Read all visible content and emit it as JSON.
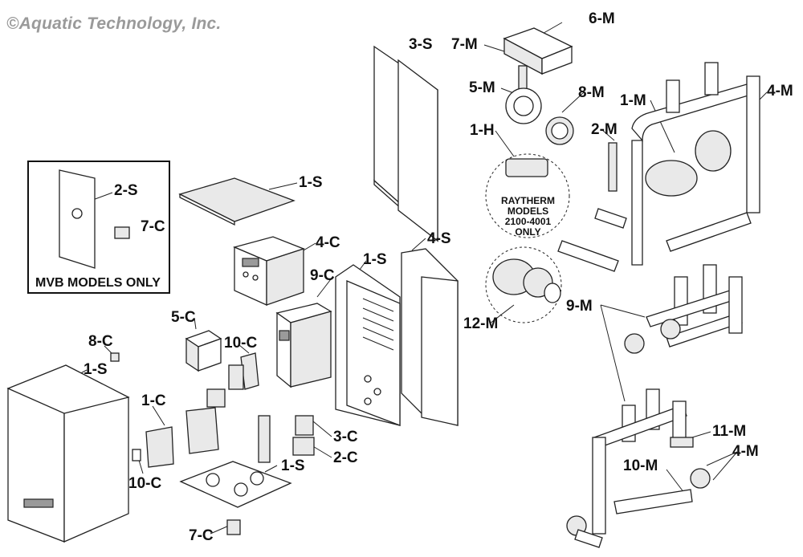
{
  "copyright": "©Aquatic Technology, Inc.",
  "inset": {
    "caption": "MVB MODELS ONLY"
  },
  "note": {
    "line1": "RAYTHERM",
    "line2": "MODELS",
    "line3": "2100-4001",
    "line4": "ONLY"
  },
  "labels": {
    "m6": "6-M",
    "m7": "7-M",
    "s3_top": "3-S",
    "m5": "5-M",
    "m8": "8-M",
    "m1_top": "1-M",
    "m4_top": "4-M",
    "h1": "1-H",
    "m2": "2-M",
    "s2": "2-S",
    "c7_inset": "7-C",
    "s1_lid": "1-S",
    "s4": "4-S",
    "c4": "4-C",
    "s1_panel": "1-S",
    "c9": "9-C",
    "m9": "9-M",
    "m12": "12-M",
    "c5": "5-C",
    "c10_top": "10-C",
    "c8": "8-C",
    "s1_jacket": "1-S",
    "c1": "1-C",
    "c3": "3-C",
    "c2": "2-C",
    "m11": "11-M",
    "m4_bottom": "4-M",
    "c10_bottom": "10-C",
    "s1_base": "1-S",
    "m10": "10-M",
    "c7_bottom": "7-C"
  }
}
